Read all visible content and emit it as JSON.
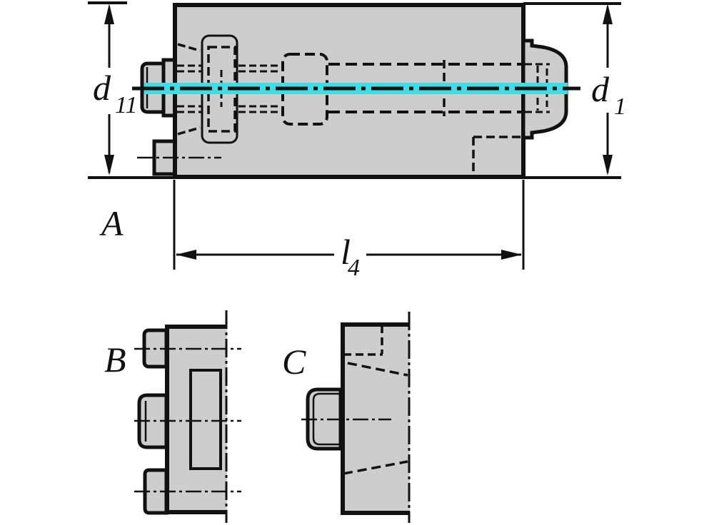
{
  "colors": {
    "ink": "#111111",
    "body-fill": "#cdcdcd",
    "centerline": "#3fdde6",
    "background": "#ffffff"
  },
  "views": {
    "a": {
      "label": "A"
    },
    "b": {
      "label": "B"
    },
    "c": {
      "label": "C"
    }
  },
  "dimensions": {
    "d11": {
      "base": "d",
      "sub": "11"
    },
    "d1": {
      "base": "d",
      "sub": "1"
    },
    "l4": {
      "base": "l",
      "sub": "4"
    }
  }
}
